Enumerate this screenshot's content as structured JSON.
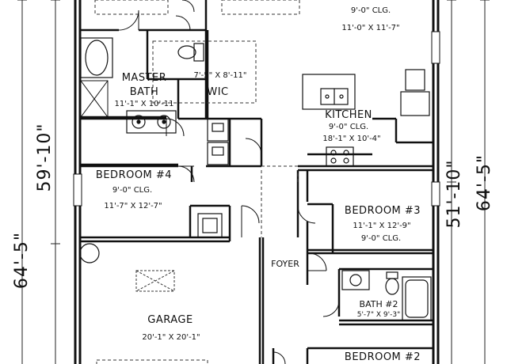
{
  "dimensions": {
    "overall_left": "64'-5\"",
    "left_partial": "59'-10\"",
    "right_partial": "51'-10\"",
    "overall_right": "64'-5\""
  },
  "rooms": {
    "top_right": {
      "ceiling": "9'-0\" CLG.",
      "size": "11'-0\" X 11'-7\""
    },
    "master_bath": {
      "name_line1": "MASTER",
      "name_line2": "BATH",
      "size": "11'-1\" X 10'-11"
    },
    "wic": {
      "size": "7'-5\" X 8'-11\"",
      "name": "WIC"
    },
    "kitchen": {
      "name": "KITCHEN",
      "ceiling": "9'-0\" CLG.",
      "size": "18'-1\" X 10'-4\""
    },
    "bedroom4": {
      "name": "BEDROOM #4",
      "ceiling": "9'-0\" CLG.",
      "size": "11'-7\" X 12'-7\""
    },
    "bedroom3": {
      "name": "BEDROOM #3",
      "size": "11'-1\" X 12'-9\"",
      "ceiling": "9'-0\" CLG."
    },
    "foyer": {
      "name": "FOYER"
    },
    "bath2": {
      "name": "BATH #2",
      "size": "5'-7\" X 9'-3\""
    },
    "garage": {
      "name": "GARAGE",
      "size": "20'-1\" X 20'-1\""
    },
    "bedroom2": {
      "name": "BEDROOM #2"
    }
  }
}
